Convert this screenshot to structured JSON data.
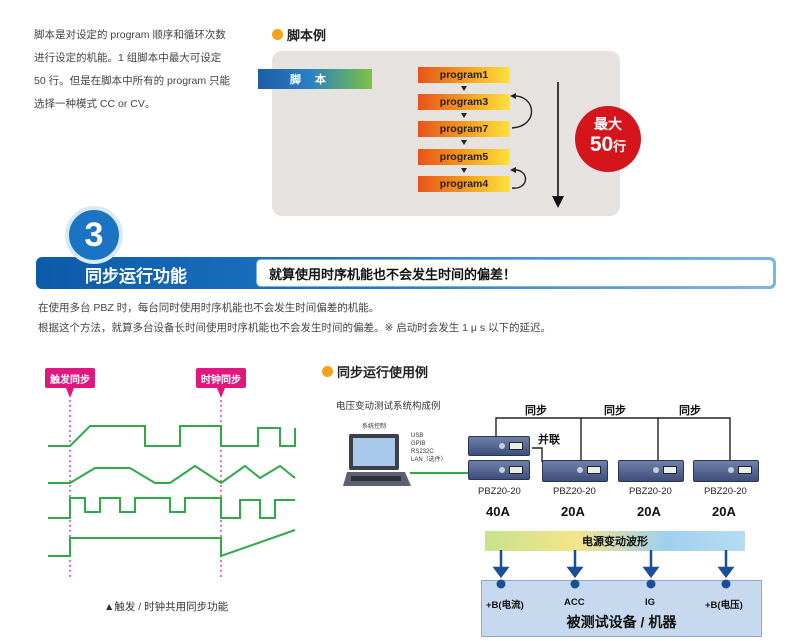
{
  "intro": {
    "lines": [
      "脚本是对设定的 program 顺序和循环次数",
      "进行设定的机能。1 组脚本中最大可设定",
      "50 行。但是在脚本中所有的 program 只能",
      "选择一种模式 CC or CV。"
    ]
  },
  "script_example": {
    "heading": "脚本例",
    "script_label": "脚本",
    "programs": [
      "program1",
      "program3",
      "program7",
      "program5",
      "program4"
    ],
    "max_top": "最大",
    "max_num": "50",
    "max_unit": "行"
  },
  "section3": {
    "number": "3",
    "title": "同步运行功能",
    "subtitle": "就算使用时序机能也不会发生时间的偏差！",
    "desc1": "在使用多台 PBZ 时，每台同时使用时序机能也不会发生时间偏差的机能。",
    "desc2": "根据这个方法，就算多台设备长时间使用时序机能也不会发生时间的偏差。※ 启动时会发生 1 μ s 以下的延迟。"
  },
  "timing": {
    "trigger_tag": "触发同步",
    "clock_tag": "时钟同步",
    "caption": "▲触发 / 时钟共用同步功能"
  },
  "usage": {
    "heading": "同步运行使用例",
    "system_title": "电压变动测试系统构成例",
    "pc_label": "系统控制",
    "interfaces": [
      "USB",
      "GPIB",
      "RS232C",
      "LAN（选件）"
    ],
    "sync_labels": [
      "同步",
      "同步",
      "同步"
    ],
    "parallel_label": "并联",
    "models": [
      "PBZ20-20",
      "PBZ20-20",
      "PBZ20-20",
      "PBZ20-20"
    ],
    "currents": [
      "40A",
      "20A",
      "20A",
      "20A"
    ],
    "wave_label": "电源变动波形",
    "dut_inputs": [
      "+B(电流)",
      "ACC",
      "IG",
      "+B(电压)"
    ],
    "dut_title": "被测试设备 / 机器"
  },
  "colors": {
    "accent_blue": "#1a74c3",
    "orange": "#f2a21b",
    "red": "#d4151c",
    "pink": "#e0187e",
    "green": "#2eaa4a"
  }
}
